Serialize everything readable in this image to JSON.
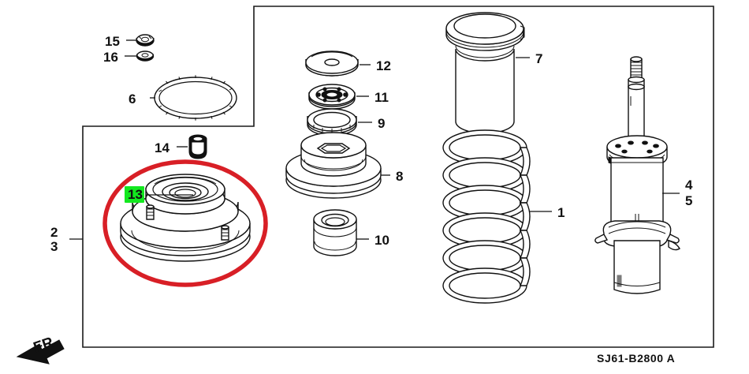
{
  "document": {
    "type": "exploded-parts-diagram",
    "subject": "front strut / shock absorber assembly",
    "drawing_number": "SJ61-B2800 A",
    "orientation_marker": "FR."
  },
  "colors": {
    "highlight_ellipse": "#d81f26",
    "highlight_badge": "#13e81f",
    "line": "#111111",
    "background": "#ffffff"
  },
  "callouts": {
    "n1": "1",
    "n2": "2",
    "n3": "3",
    "n4": "4",
    "n5": "5",
    "n6": "6",
    "n7": "7",
    "n8": "8",
    "n9": "9",
    "n10": "10",
    "n11": "11",
    "n12": "12",
    "n13": "13",
    "n14": "14",
    "n15": "15",
    "n16": "16"
  },
  "parts": [
    {
      "ref": "1",
      "name": "coil-spring",
      "region": "center-right"
    },
    {
      "ref": "2",
      "name": "strut-assembly-group-a",
      "region": "left-bracket"
    },
    {
      "ref": "3",
      "name": "strut-assembly-group-b",
      "region": "left-bracket"
    },
    {
      "ref": "4",
      "name": "shock-absorber-unit-a",
      "region": "right"
    },
    {
      "ref": "5",
      "name": "shock-absorber-unit-b",
      "region": "right"
    },
    {
      "ref": "6",
      "name": "o-ring-seal",
      "region": "upper-left"
    },
    {
      "ref": "7",
      "name": "dust-cover-tube",
      "region": "upper-right"
    },
    {
      "ref": "8",
      "name": "spring-seat-rubber",
      "region": "center"
    },
    {
      "ref": "9",
      "name": "bearing-ring",
      "region": "center"
    },
    {
      "ref": "10",
      "name": "bushing",
      "region": "center-lower"
    },
    {
      "ref": "11",
      "name": "mount-bearing-plate",
      "region": "center"
    },
    {
      "ref": "12",
      "name": "washer-plate",
      "region": "center-upper"
    },
    {
      "ref": "13",
      "name": "strut-mount",
      "region": "highlighted"
    },
    {
      "ref": "14",
      "name": "cap-nut",
      "region": "left"
    },
    {
      "ref": "15",
      "name": "nut",
      "region": "upper-left"
    },
    {
      "ref": "16",
      "name": "washer",
      "region": "upper-left"
    }
  ],
  "highlight": {
    "target_ref": "13",
    "shape": "ellipse",
    "note_badge_text": "13"
  }
}
